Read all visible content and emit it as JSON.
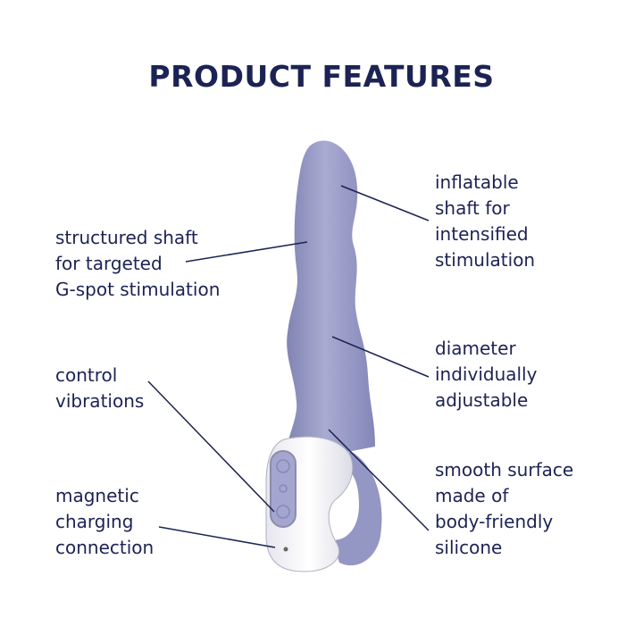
{
  "title": "PRODUCT FEATURES",
  "colors": {
    "text": "#1c2354",
    "product_body": "#9a9cc6",
    "product_handle": "#ffffff",
    "background": "#ffffff"
  },
  "features_left": [
    {
      "lines": [
        "structured shaft",
        "for targeted",
        "G-spot stimulation"
      ]
    },
    {
      "lines": [
        "control",
        "vibrations"
      ]
    },
    {
      "lines": [
        "magnetic",
        "charging",
        "connection"
      ]
    }
  ],
  "features_right": [
    {
      "lines": [
        "inflatable",
        "shaft for",
        "intensified",
        "stimulation"
      ]
    },
    {
      "lines": [
        "diameter",
        "individually",
        "adjustable"
      ]
    },
    {
      "lines": [
        "smooth surface",
        "made of",
        "body-friendly",
        "silicone"
      ]
    }
  ]
}
